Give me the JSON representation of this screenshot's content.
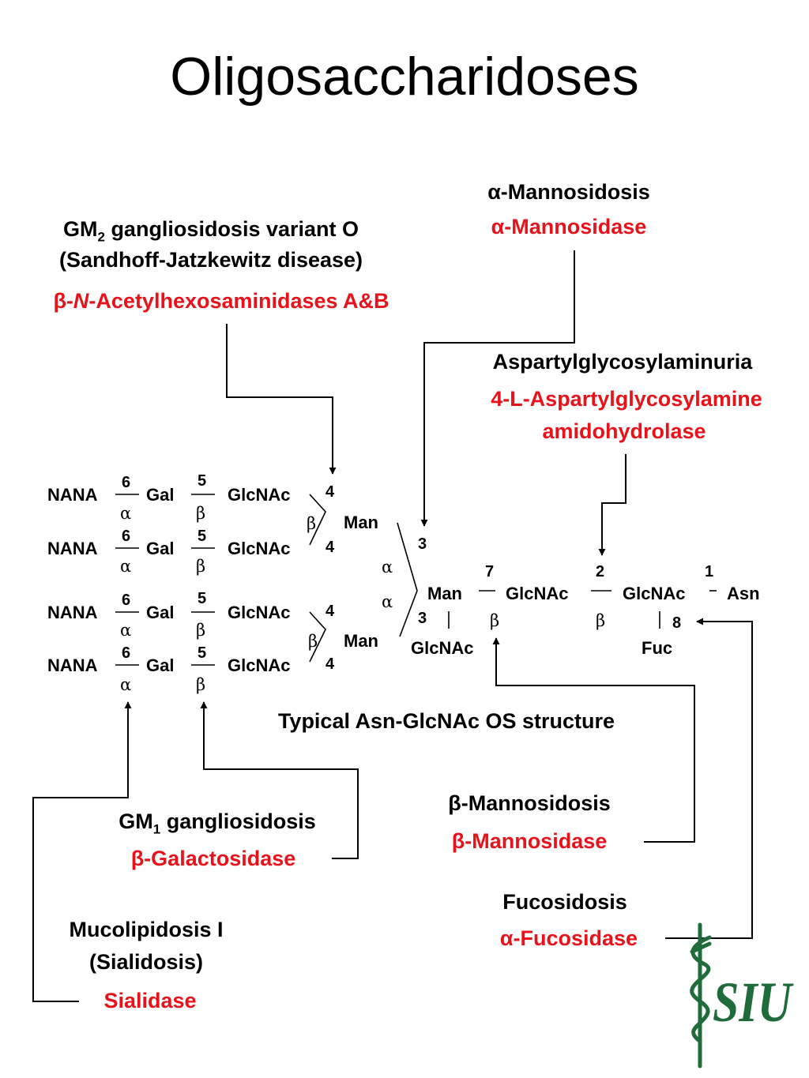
{
  "title": "Oligosaccharidoses",
  "disorders": {
    "alpha_mannosidosis": {
      "disease": "α-Mannosidosis",
      "enzyme": "α-Mannosidase"
    },
    "gm2": {
      "disease_pre": "GM",
      "disease_sub": "2",
      "disease_post": " gangliosidosis variant O",
      "disease_line2": "(Sandhoff-Jatzkewitz disease)",
      "enzyme_beta": "β-",
      "enzyme_n": "N",
      "enzyme_rest": "-Acetylhexosaminidases A&B"
    },
    "aspartylglycosylaminuria": {
      "disease": "Aspartylglycosylaminuria",
      "enzyme_line1": "4-L-Aspartylglycosylamine",
      "enzyme_line2": "amidohydrolase"
    },
    "gm1": {
      "disease_pre": "GM",
      "disease_sub": "1",
      "disease_post": " gangliosidosis",
      "enzyme": "β-Galactosidase"
    },
    "mucolipidosis": {
      "disease_line1": "Mucolipidosis I",
      "disease_line2": "(Sialidosis)",
      "enzyme": "Sialidase"
    },
    "beta_mannosidosis": {
      "disease": "β-Mannosidosis",
      "enzyme": "β-Mannosidase"
    },
    "fucosidosis": {
      "disease": "Fucosidosis",
      "enzyme": "α-Fucosidase"
    }
  },
  "structure": {
    "branch_rows": [
      {
        "nana": "NANA",
        "n1": "6",
        "g1": "α",
        "gal": "Gal",
        "n2": "5",
        "g2": "β",
        "glcnac": "GlcNAc",
        "pos": "4"
      },
      {
        "nana": "NANA",
        "n1": "6",
        "g1": "α",
        "gal": "Gal",
        "n2": "5",
        "g2": "β",
        "glcnac": "GlcNAc",
        "pos": "4"
      },
      {
        "nana": "NANA",
        "n1": "6",
        "g1": "α",
        "gal": "Gal",
        "n2": "5",
        "g2": "β",
        "glcnac": "GlcNAc",
        "pos": "4"
      },
      {
        "nana": "NANA",
        "n1": "6",
        "g1": "α",
        "gal": "Gal",
        "n2": "5",
        "g2": "β",
        "glcnac": "GlcNAc",
        "pos": "4"
      }
    ],
    "upper_man": "Man",
    "upper_beta": "β",
    "lower_man": "Man",
    "lower_beta": "β",
    "alpha_a": "α",
    "alpha_b": "α",
    "pos_3_top": "3",
    "core_man": "Man",
    "pos_7": "7",
    "core_glcnac1": "GlcNAc",
    "pos_2": "2",
    "core_glcnac2": "GlcNAc",
    "pos_1": "1",
    "asn": "Asn",
    "pos_3_bottom": "3",
    "beta_core1": "β",
    "beta_core2": "β",
    "pos_8": "8",
    "bisect_glcnac": "GlcNAc",
    "fuc": "Fuc",
    "caption": "Typical Asn-GlcNAc OS structure"
  },
  "logo": {
    "text": "SIU",
    "color": "#1f6b3a"
  }
}
